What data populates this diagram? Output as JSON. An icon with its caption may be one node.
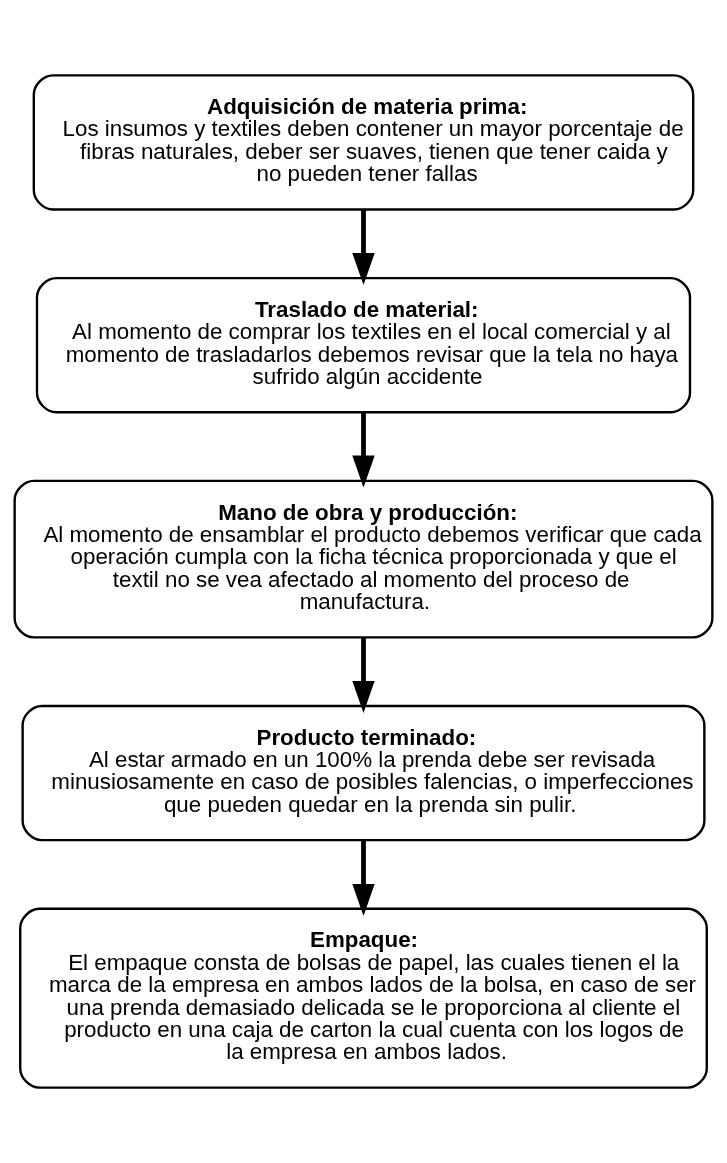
{
  "diagram": {
    "nodes": [
      {
        "text": [
          "Adquisición de materia prima:",
          "Los insumos y textiles deben contener un mayor porcentaje de fibras naturales, deber ser suaves, tienen que tener caida y no pueden tener fallas"
        ]
      },
      {
        "text": [
          "Traslado de material:",
          "Al momento de comprar los textiles en el local comercial y al momento de trasladarlos debemos revisar que la tela no haya sufrido algún accidente"
        ]
      },
      {
        "text": [
          "Mano de obra y producción:",
          "Al momento de ensamblar el producto debemos verificar que cada operación cumpla con la ficha técnica proporcionada y que el textil no se vea afectado al momento del proceso de manufactura."
        ]
      },
      {
        "text": [
          "Producto terminado:",
          "Al estar armado en un 100% la prenda debe ser revisada minusiosamente en caso de posibles falencias, o imperfecciones que pueden quedar en la prenda sin pulir."
        ]
      },
      {
        "text": [
          "Empaque:",
          "El empaque consta de bolsas de papel, las cuales tienen el la marca de la empresa en ambos lados de la bolsa, en caso de ser una prenda demasiado delicada se le proporciona al cliente el producto en una caja de carton la cual cuenta con los logos de la empresa en ambos lados."
        ]
      }
    ],
    "edges": [
      {
        "from": 0,
        "to": 1,
        "arrow": "to"
      },
      {
        "from": 1,
        "to": 2,
        "arrow": "to"
      },
      {
        "from": 2,
        "to": 3,
        "arrow": "to"
      },
      {
        "from": 3,
        "to": 4,
        "arrow": "to"
      }
    ]
  }
}
